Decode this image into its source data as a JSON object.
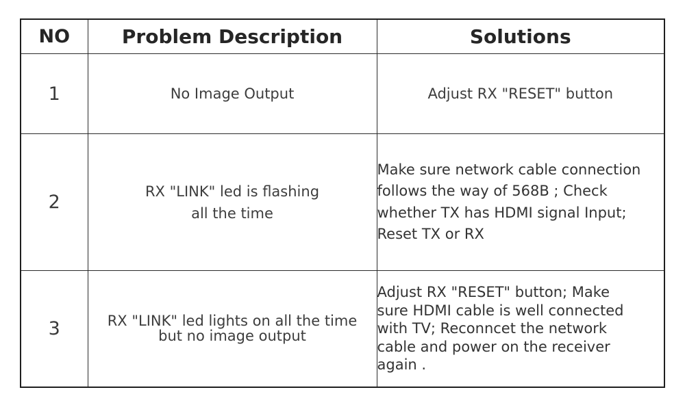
{
  "table": {
    "headers": {
      "no": "NO",
      "description": "Problem Description",
      "solutions": "Solutions"
    },
    "rows": [
      {
        "no": "1",
        "description_lines": [
          "No Image Output"
        ],
        "solution": "Adjust RX \"RESET\" button"
      },
      {
        "no": "2",
        "description_lines": [
          "RX \"LINK\" led is flashing",
          "all the time"
        ],
        "solution": "Make sure network cable connection\nfollows the way of 568B ; Check\nwhether TX has HDMI signal Input;\nReset TX or RX"
      },
      {
        "no": "3",
        "description_lines": [
          "RX \"LINK\" led lights on all the time",
          "but no image output"
        ],
        "solution": "Adjust RX \"RESET\" button; Make\nsure HDMI cable is well connected\nwith TV; Reconncet the network\ncable and power on the receiver\nagain ."
      }
    ]
  }
}
